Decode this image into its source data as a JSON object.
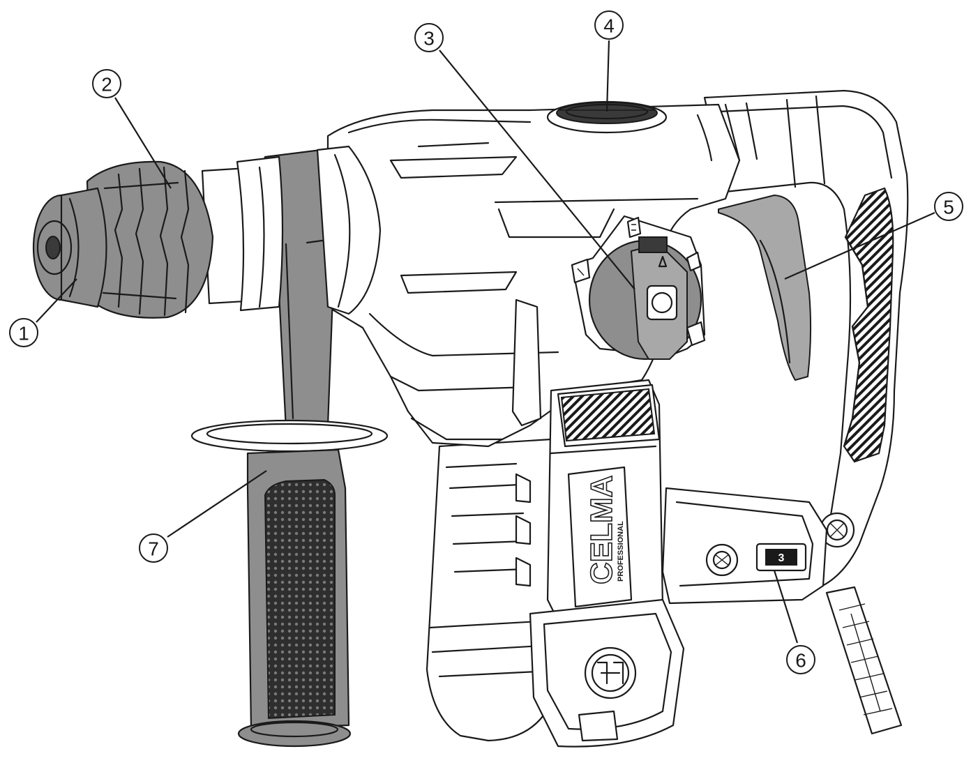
{
  "figure": {
    "brand_logo": "CELMA",
    "brand_tagline": "PROFESSIONAL",
    "speed_dial_value": "3"
  },
  "callouts": [
    {
      "id": "1",
      "label": "1"
    },
    {
      "id": "2",
      "label": "2"
    },
    {
      "id": "3",
      "label": "3"
    },
    {
      "id": "4",
      "label": "4"
    },
    {
      "id": "5",
      "label": "5"
    },
    {
      "id": "6",
      "label": "6"
    },
    {
      "id": "7",
      "label": "7"
    }
  ],
  "colors": {
    "line": "#1a1a1a",
    "grey_part": "#8e8e8e",
    "grip_dark": "#3a3a3a",
    "background": "#ffffff"
  }
}
